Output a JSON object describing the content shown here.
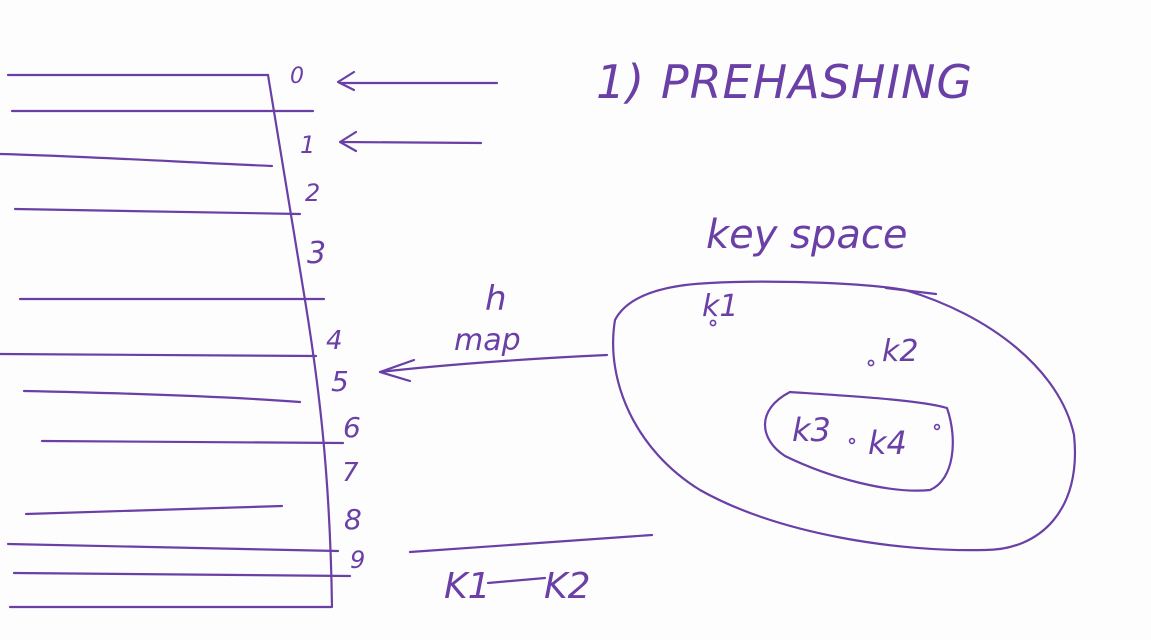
{
  "title": "1) PREHASHING",
  "table": {
    "slots": [
      "0",
      "1",
      "2",
      "3",
      "4",
      "5",
      "6",
      "7",
      "8",
      "9"
    ]
  },
  "key_space": {
    "label": "key space",
    "keys": [
      "k1",
      "k2",
      "k3",
      "k4"
    ]
  },
  "mapping": {
    "function": "h",
    "description": "map"
  },
  "collision": {
    "left": "K1",
    "right": "K2"
  },
  "colors": {
    "ink": "#6a3fa6",
    "background": "#fdfdfd"
  }
}
